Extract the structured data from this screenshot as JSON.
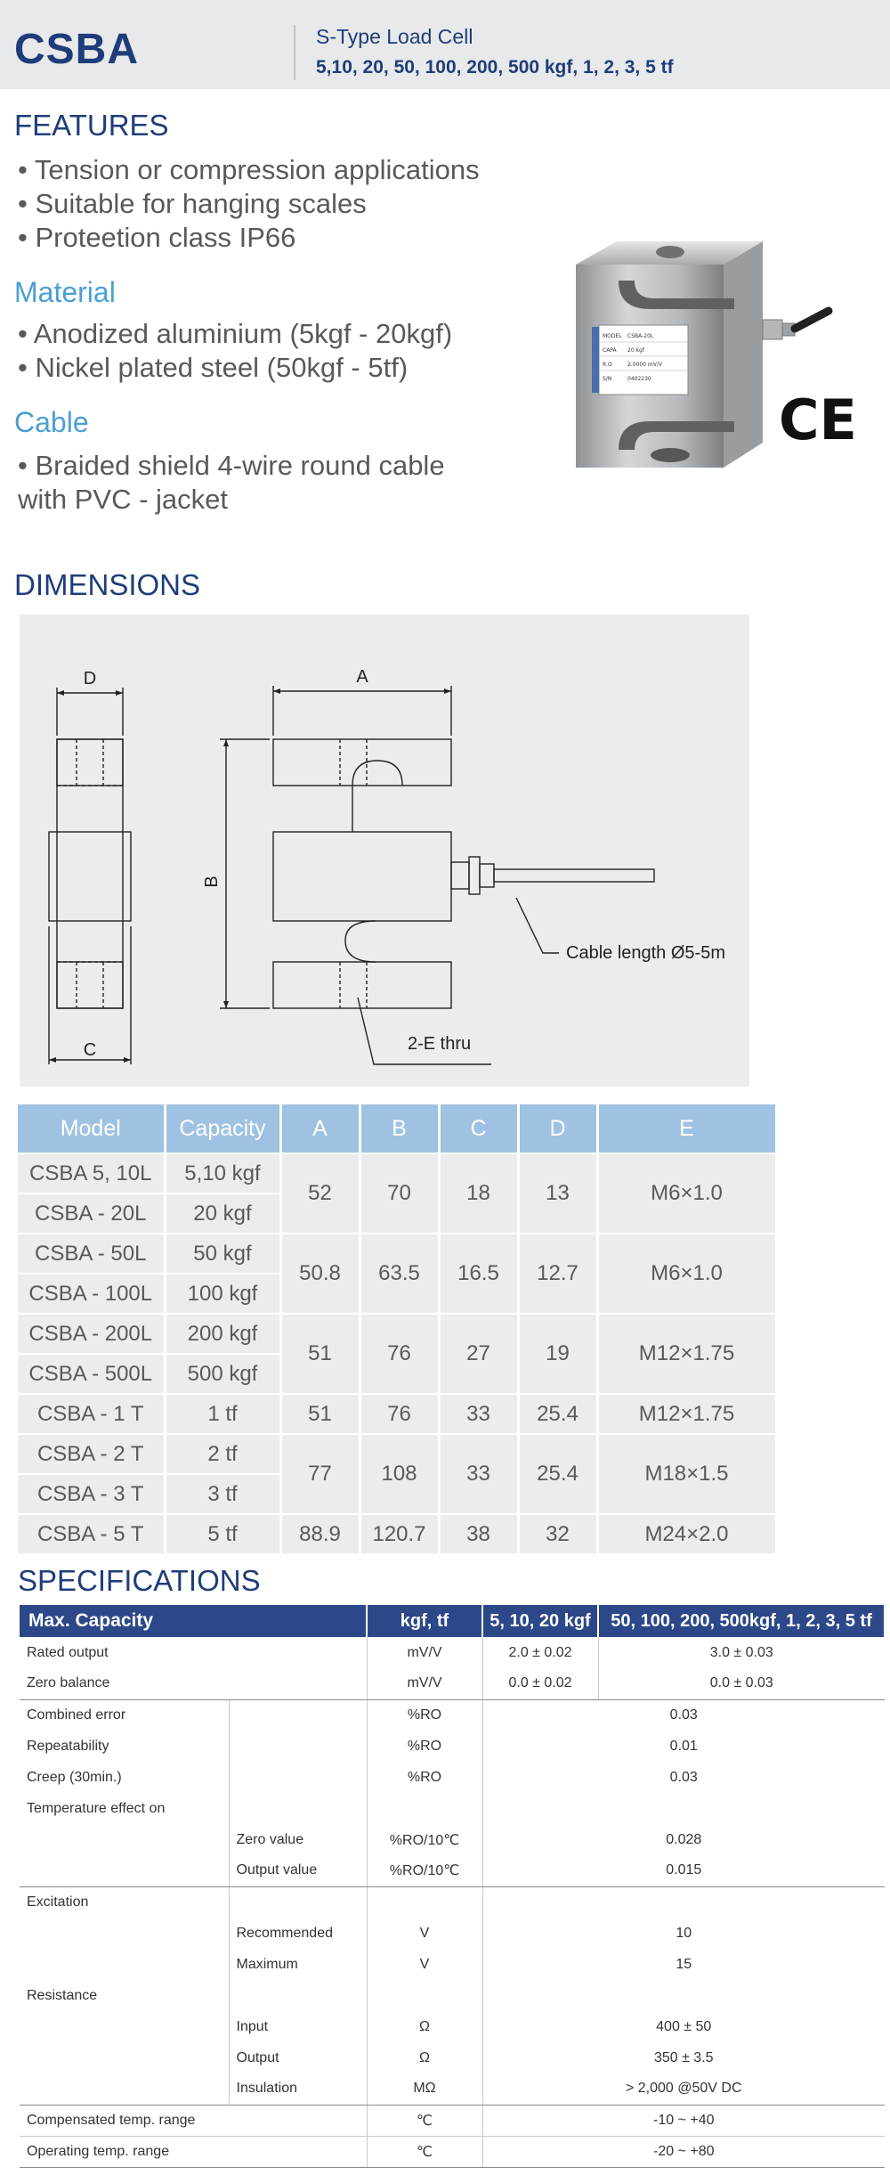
{
  "header": {
    "code": "CSBA",
    "subtitle": "S-Type Load Cell",
    "ranges": "5,10, 20, 50, 100, 200, 500 kgf, 1, 2, 3, 5 tf"
  },
  "features": {
    "title": "FEATURES",
    "items": [
      "• Tension or compression applications",
      "• Suitable for hanging scales",
      "• Proteetion class IP66"
    ]
  },
  "material": {
    "title": "Material",
    "items": [
      "• Anodized aluminium (5kgf - 20kgf)",
      "• Nickel plated steel (50kgf - 5tf)"
    ]
  },
  "cable": {
    "title": "Cable",
    "lines": [
      "• Braided shield 4-wire round cable",
      "with PVC - jacket"
    ]
  },
  "product_image": {
    "ce_mark": "CE",
    "label_rows": [
      "MODEL",
      "CAPA",
      "R.O",
      "S/N"
    ],
    "label_values": [
      "CSBA-20L",
      "20 kgf",
      "2.0000 mV/V",
      "0402230"
    ]
  },
  "dimensions": {
    "title": "DIMENSIONS",
    "drawing": {
      "label_d": "D",
      "label_a": "A",
      "label_b": "B",
      "label_c": "C",
      "cable_note": "Cable length Ø5-5m",
      "thru_note": "2-E thru"
    },
    "headers": [
      "Model",
      "Capacity",
      "A",
      "B",
      "C",
      "D",
      "E"
    ],
    "rows": [
      {
        "model": "CSBA 5, 10L",
        "capacity": "5,10 kgf"
      },
      {
        "model": "CSBA - 20L",
        "capacity": "20 kgf"
      },
      {
        "model": "CSBA - 50L",
        "capacity": "50 kgf"
      },
      {
        "model": "CSBA - 100L",
        "capacity": "100 kgf"
      },
      {
        "model": "CSBA - 200L",
        "capacity": "200 kgf"
      },
      {
        "model": "CSBA - 500L",
        "capacity": "500 kgf"
      },
      {
        "model": "CSBA - 1 T",
        "capacity": "1 tf"
      },
      {
        "model": "CSBA - 2 T",
        "capacity": "2 tf"
      },
      {
        "model": "CSBA - 3 T",
        "capacity": "3 tf"
      },
      {
        "model": "CSBA - 5 T",
        "capacity": "5 tf"
      }
    ],
    "groups": [
      {
        "a": "52",
        "b": "70",
        "c": "18",
        "d": "13",
        "e": "M6×1.0"
      },
      {
        "a": "50.8",
        "b": "63.5",
        "c": "16.5",
        "d": "12.7",
        "e": "M6×1.0"
      },
      {
        "a": "51",
        "b": "76",
        "c": "27",
        "d": "19",
        "e": "M12×1.75"
      },
      {
        "a": "51",
        "b": "76",
        "c": "33",
        "d": "25.4",
        "e": "M12×1.75"
      },
      {
        "a": "77",
        "b": "108",
        "c": "33",
        "d": "25.4",
        "e": "M18×1.5"
      },
      {
        "a": "88.9",
        "b": "120.7",
        "c": "38",
        "d": "32",
        "e": "M24×2.0"
      }
    ]
  },
  "specifications": {
    "title": "SPECIFICATIONS",
    "headers": [
      "Max. Capacity",
      "kgf, tf",
      "5, 10, 20 kgf",
      "50, 100, 200, 500kgf, 1, 2, 3, 5 tf"
    ],
    "rated_output": {
      "label": "Rated output",
      "unit": "mV/V",
      "v1": "2.0 ± 0.02",
      "v2": "3.0 ± 0.03"
    },
    "zero_balance": {
      "label": "Zero balance",
      "unit": "mV/V",
      "v1": "0.0 ± 0.02",
      "v2": "0.0 ± 0.03"
    },
    "combined_error": {
      "label": "Combined error",
      "unit": "%RO",
      "value": "0.03"
    },
    "repeatability": {
      "label": "Repeatability",
      "unit": "%RO",
      "value": "0.01"
    },
    "creep": {
      "label": "Creep (30min.)",
      "unit": "%RO",
      "value": "0.03"
    },
    "temp_effect": {
      "label": "Temperature effect on"
    },
    "zero_value": {
      "label": "Zero value",
      "unit": "%RO/10℃",
      "value": "0.028"
    },
    "output_value": {
      "label": "Output  value",
      "unit": "%RO/10℃",
      "value": "0.015"
    },
    "excitation": {
      "label": "Excitation"
    },
    "recommended": {
      "label": "Recommended",
      "unit": "V",
      "value": "10"
    },
    "maximum": {
      "label": "Maximum",
      "unit": "V",
      "value": "15"
    },
    "resistance": {
      "label": "Resistance"
    },
    "input": {
      "label": "Input",
      "unit": "Ω",
      "value": "400 ± 50"
    },
    "output": {
      "label": "Output",
      "unit": "Ω",
      "value": "350 ± 3.5"
    },
    "insulation": {
      "label": "Insulation",
      "unit": "MΩ",
      "value": "> 2,000 @50V DC"
    },
    "comp_temp": {
      "label": "Compensated temp. range",
      "unit": "℃",
      "value": "-10 ~ +40"
    },
    "oper_temp": {
      "label": "Operating temp. range",
      "unit": "℃",
      "value": "-20 ~ +80"
    }
  },
  "colors": {
    "brand_navy": "#1f3d7a",
    "accent_blue": "#4a9fd3",
    "table_header_light": "#9fc2e2",
    "spec_header": "#2c4889"
  }
}
